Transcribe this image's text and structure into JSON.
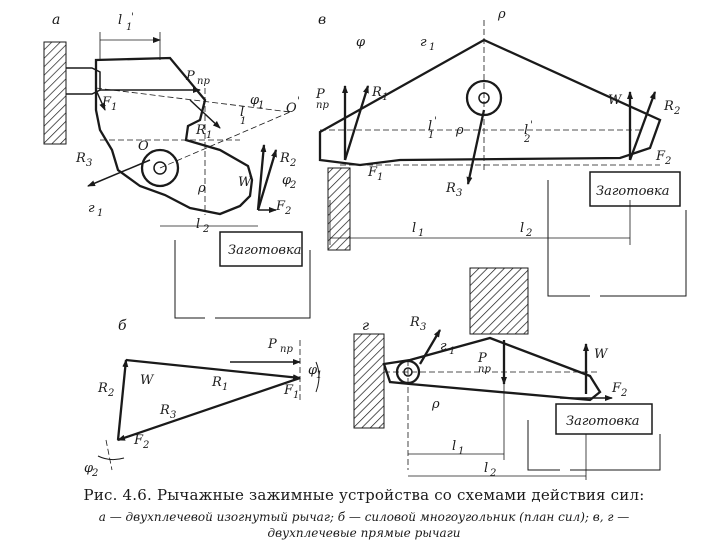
{
  "panels": {
    "a": {
      "letter": "а",
      "forces": [
        "P",
        "пр",
        "F",
        "1",
        "R",
        "1",
        "R",
        "3",
        "R",
        "2",
        "W",
        "F",
        "2"
      ],
      "dims": [
        "l",
        "1",
        "'",
        "l",
        "2",
        "l",
        "1"
      ],
      "points": [
        "O",
        "O",
        "'",
        "ρ",
        "г",
        "1"
      ],
      "angles": [
        "φ",
        "1",
        "φ",
        "2"
      ],
      "workpiece": "Заготовка"
    },
    "b": {
      "letter": "б",
      "labels": [
        "P",
        "пр",
        "W",
        "R",
        "1",
        "R",
        "2",
        "R",
        "3",
        "F",
        "1",
        "F",
        "2",
        "φ",
        "1",
        "φ",
        "2"
      ]
    },
    "v": {
      "letter": "в",
      "labels": [
        "φ",
        "ρ",
        "г",
        "1",
        "P",
        "пр",
        "R",
        "1",
        "W",
        "R",
        "2",
        "l",
        "1",
        "'",
        "l",
        "2",
        "'",
        "ρ",
        "R",
        "3",
        "F",
        "1",
        "F",
        "2",
        "l",
        "1",
        "l",
        "2"
      ],
      "workpiece": "Заготовка"
    },
    "g": {
      "letter": "г",
      "labels": [
        "R",
        "3",
        "г",
        "1",
        "P",
        "пр",
        "W",
        "F",
        "2",
        "ρ",
        "l",
        "1",
        "l",
        "2"
      ],
      "workpiece": "Заготовка"
    }
  },
  "caption": {
    "line1": "Рис. 4.6. Рычажные зажимные устройства со схемами действия сил:",
    "line2": "а — двухплечевой изогнутый рычаг;  б — силовой многоугольник  (план сил);  в, г —",
    "line3": "двухплечевые прямые рычаги"
  }
}
